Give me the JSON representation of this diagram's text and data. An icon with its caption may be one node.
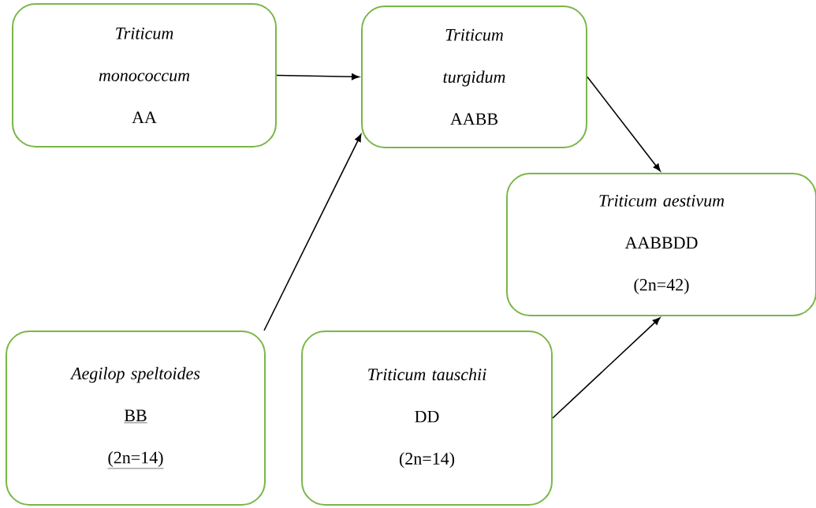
{
  "diagram": {
    "nodes": [
      {
        "text": [
          "Triticum monococcum",
          "AA"
        ]
      },
      {
        "text": [
          "Triticum turgidum",
          "AABB"
        ]
      },
      {
        "text": [
          "Triticum aestivum",
          "AABBDD",
          "(2n=42)"
        ]
      },
      {
        "text": [
          "Aegilop speltoides",
          "BB",
          "(2n=14)"
        ]
      },
      {
        "text": [
          "Triticum tauschii",
          "DD",
          "(2n=14)"
        ]
      }
    ],
    "edges": [
      {
        "from": 0,
        "to": 1,
        "arrow": "to"
      },
      {
        "from": 3,
        "to": 1,
        "arrow": "to"
      },
      {
        "from": 1,
        "to": 2,
        "arrow": "to"
      },
      {
        "from": 4,
        "to": 2,
        "arrow": "to"
      }
    ]
  }
}
